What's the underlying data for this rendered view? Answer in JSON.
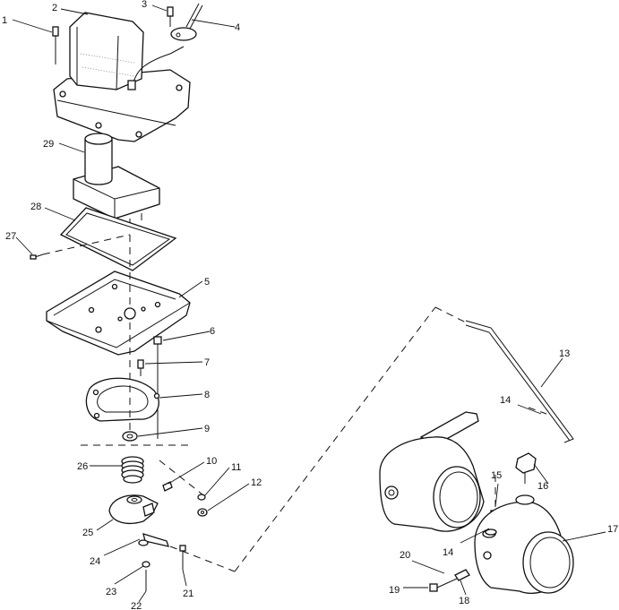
{
  "callouts": {
    "c1": "1",
    "c2": "2",
    "c3": "3",
    "c4": "4",
    "c5": "5",
    "c6": "6",
    "c7": "7",
    "c8": "8",
    "c9": "9",
    "c10": "10",
    "c11": "11",
    "c12": "12",
    "c13": "13",
    "c14a": "14",
    "c14b": "14",
    "c15": "15",
    "c16": "16",
    "c17": "17",
    "c18": "18",
    "c19": "19",
    "c20": "20",
    "c21": "21",
    "c22": "22",
    "c23": "23",
    "c24": "24",
    "c25": "25",
    "c26": "26",
    "c27": "27",
    "c28": "28",
    "c29": "29"
  }
}
